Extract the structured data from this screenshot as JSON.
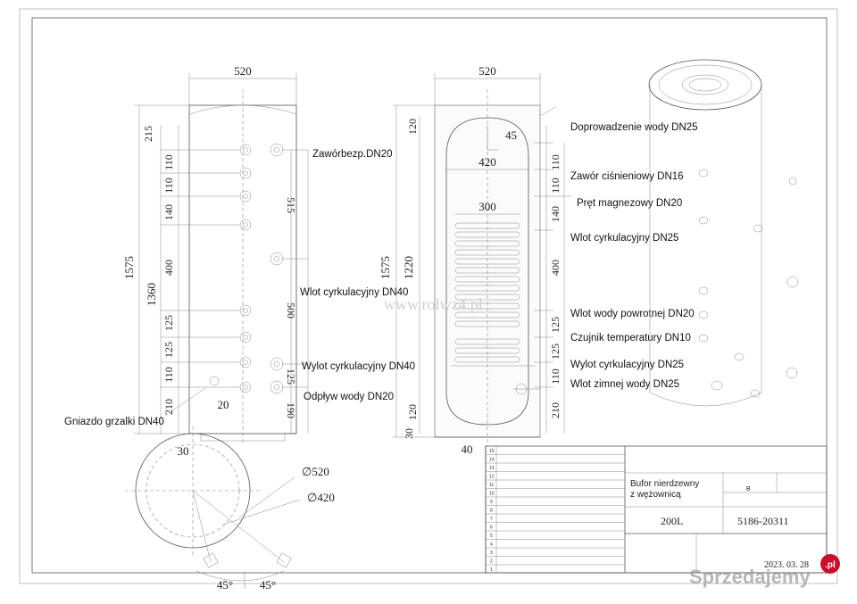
{
  "left_view": {
    "width_dim": "520",
    "dims_left": [
      "215",
      "110",
      "110",
      "140",
      "400",
      "125",
      "125",
      "110",
      "210"
    ],
    "overall_1575": "1575",
    "overall_1360": "1360",
    "dims_right": [
      "515",
      "500",
      "125",
      "190"
    ],
    "dim_20": "20",
    "labels": {
      "zawor": "Zawórbezp.DN20",
      "wlot": "Wlot cyrkulacyjny DN40",
      "wylot": "Wylot cyrkulacyjny DN40",
      "odplyw": "Odpływ wody DN20",
      "gniazdo": "Gniazdo grzalki DN40"
    }
  },
  "center_view": {
    "width_dim": "520",
    "dim_420": "420",
    "dim_300": "300",
    "dim_45": "45",
    "dims_left": [
      "120",
      "1575",
      "1220",
      "120",
      "30"
    ],
    "dim_40": "40",
    "dims_right": [
      "110",
      "110",
      "140",
      "400",
      "125",
      "125",
      "110",
      "210"
    ],
    "labels": [
      "Doprowadzenie wody DN25",
      "Zawór ciśnieniowy DN16",
      "Pręt magnezowy DN20",
      "Wlot cyrkulacyjny DN25",
      "Wlot wody powrotnej DN20",
      "Czujnik temperatury DN10",
      "Wylot cyrkulacyjny DN25",
      "Wlot zimnej wody DN25"
    ]
  },
  "top_view": {
    "dim_30": "30",
    "d520": "∅520",
    "d420": "∅420",
    "angle_1": "45°",
    "angle_2": "45°"
  },
  "watermark_mid": "www.rolwz4.pl",
  "title_block": {
    "row_numbers": [
      "15",
      "14",
      "13",
      "12",
      "11",
      "10",
      "9",
      "8",
      "7",
      "6",
      "5",
      "4",
      "3",
      "2",
      "1"
    ],
    "desc_line1": "Bufor nierdzewny",
    "desc_line2": "z wężownicą",
    "field_b": "B",
    "volume": "200L",
    "code": "5186-20311",
    "date": "2023. 03. 28"
  },
  "site_watermark": {
    "text": "Sprzedajemy",
    "badge": ".pl"
  }
}
